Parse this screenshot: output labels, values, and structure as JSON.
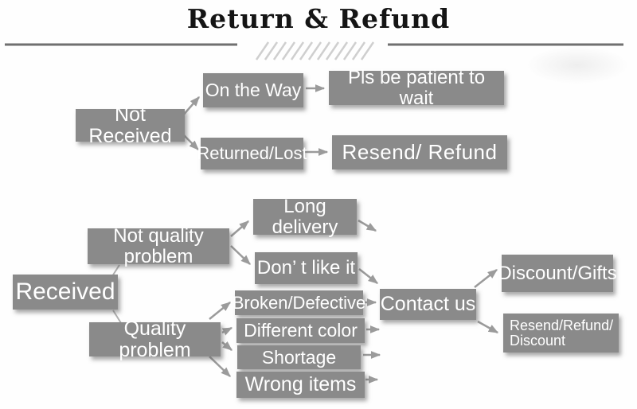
{
  "title": "Return & Refund",
  "colors": {
    "box_gray": "#8a8a8a",
    "text_white": "#ffffff",
    "arrow_gray": "#9b9b9b",
    "title_black": "#151515",
    "divider_gray": "#707070",
    "hatch_gray": "#cfcfcf"
  },
  "nodes": {
    "not_received": "Not Received",
    "on_the_way": "On the Way",
    "pls_wait": "Pls be patient to wait",
    "returned_lost": "Returned/Lost",
    "resend_refund": "Resend/ Refund",
    "received": "Received",
    "not_quality_problem": "Not quality problem",
    "long_delivery": "Long delivery",
    "dont_like_it": "Don’ t like it",
    "quality_problem": "Quality problem",
    "broken_defective": "Broken/Defective",
    "different_color": "Different color",
    "shortage": "Shortage",
    "wrong_items": "Wrong items",
    "contact_us": "Contact us",
    "discount_gifts": "Discount/Gifts",
    "resend_refund_discount": {
      "line1": "Resend/Refund/",
      "line2": "Discount"
    }
  }
}
